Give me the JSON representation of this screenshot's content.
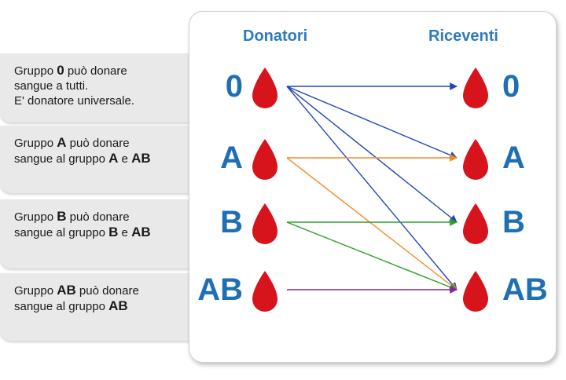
{
  "info_boxes": [
    {
      "pre": "Gruppo ",
      "group": "0",
      "post": " può donare",
      "line2": "sangue a tutti.",
      "line3": "E' donatore universale."
    },
    {
      "pre": "Gruppo ",
      "group": "A",
      "post": " può donare",
      "line2": "sangue al  gruppo ",
      "targets_a": "A",
      "conj": " e ",
      "targets_b": "AB"
    },
    {
      "pre": "Gruppo ",
      "group": "B",
      "post": " può donare",
      "line2": "sangue al  gruppo ",
      "targets_a": "B",
      "conj": " e ",
      "targets_b": "AB"
    },
    {
      "pre": "Gruppo ",
      "group": "AB",
      "post": " può donare",
      "line2": "sangue al  gruppo ",
      "targets_a": "AB"
    }
  ],
  "diagram": {
    "donors_title": "Donatori",
    "recipients_title": "Riceventi",
    "donors": [
      "0",
      "A",
      "B",
      "AB"
    ],
    "recipients": [
      "0",
      "A",
      "B",
      "AB"
    ],
    "compatibility": [
      {
        "from": "0",
        "to": [
          "0",
          "A",
          "B",
          "AB"
        ],
        "color": "#2346b8"
      },
      {
        "from": "A",
        "to": [
          "A",
          "AB"
        ],
        "color": "#f08a2a"
      },
      {
        "from": "B",
        "to": [
          "B",
          "AB"
        ],
        "color": "#2e9e2e"
      },
      {
        "from": "AB",
        "to": [
          "AB"
        ],
        "color": "#8b22a8"
      }
    ],
    "drop_color": "#d7141b"
  }
}
